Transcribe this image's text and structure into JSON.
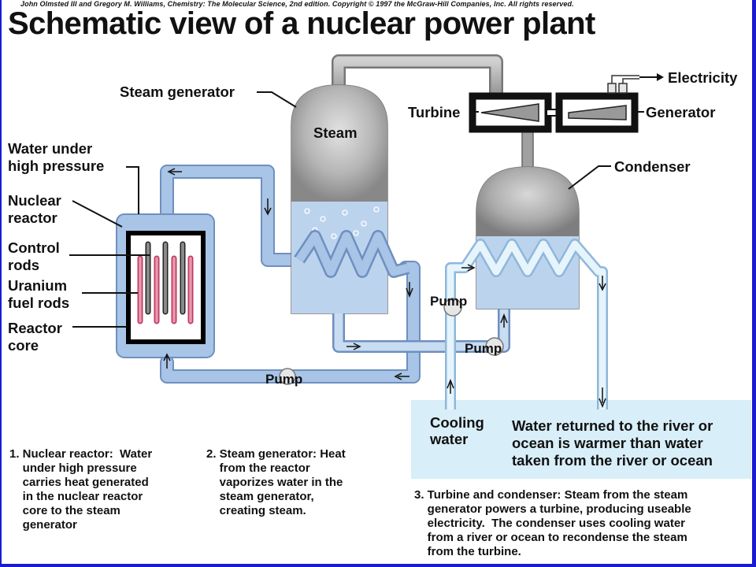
{
  "copyright": "John Olmsted III and Gregory M. Williams, Chemistry: The Molecular Science, 2nd edition. Copyright © 1997 the McGraw-Hill Companies, Inc. All rights reserved.",
  "title": "Schematic view of a nuclear power plant",
  "labels": {
    "steam_generator": "Steam generator",
    "steam": "Steam",
    "turbine": "Turbine",
    "electricity": "Electricity",
    "generator": "Generator",
    "condenser": "Condenser",
    "water_under": "Water under",
    "high_pressure": "high pressure",
    "nuclear": "Nuclear",
    "reactor": "reactor",
    "control": "Control",
    "rods": "rods",
    "uranium": "Uranium",
    "fuel_rods": "fuel rods",
    "reactor_word": "Reactor",
    "core": "core",
    "pump_bottom": "Pump",
    "pump_right_upper": "Pump",
    "pump_right_lower": "Pump",
    "cooling": "Cooling",
    "water": "water",
    "returned_1": "Water returned to the river or",
    "returned_2": "ocean is warmer than water",
    "returned_3": "taken from the river or ocean"
  },
  "notes": {
    "note1": "1. Nuclear reactor:  Water\n    under high pressure\n    carries heat generated\n    in the nuclear reactor\n    core to the steam\n    generator",
    "note2": "2. Steam generator: Heat\n    from the reactor\n    vaporizes water in the\n    steam generator,\n    creating steam.",
    "note3": "3. Turbine and condenser: Steam from the steam\n    generator powers a turbine, producing useable\n    electricity.  The condenser uses cooling water\n    from a river or ocean to recondense the steam\n    from the turbine."
  },
  "colors": {
    "loop_blue": "#a8c4e6",
    "loop_edge": "#6f8fbf",
    "cooling_blue": "#cfe8f6",
    "river_panel": "#d8eef8",
    "steam_gray": "#9a9a9a",
    "border": "#1a1ad0"
  }
}
